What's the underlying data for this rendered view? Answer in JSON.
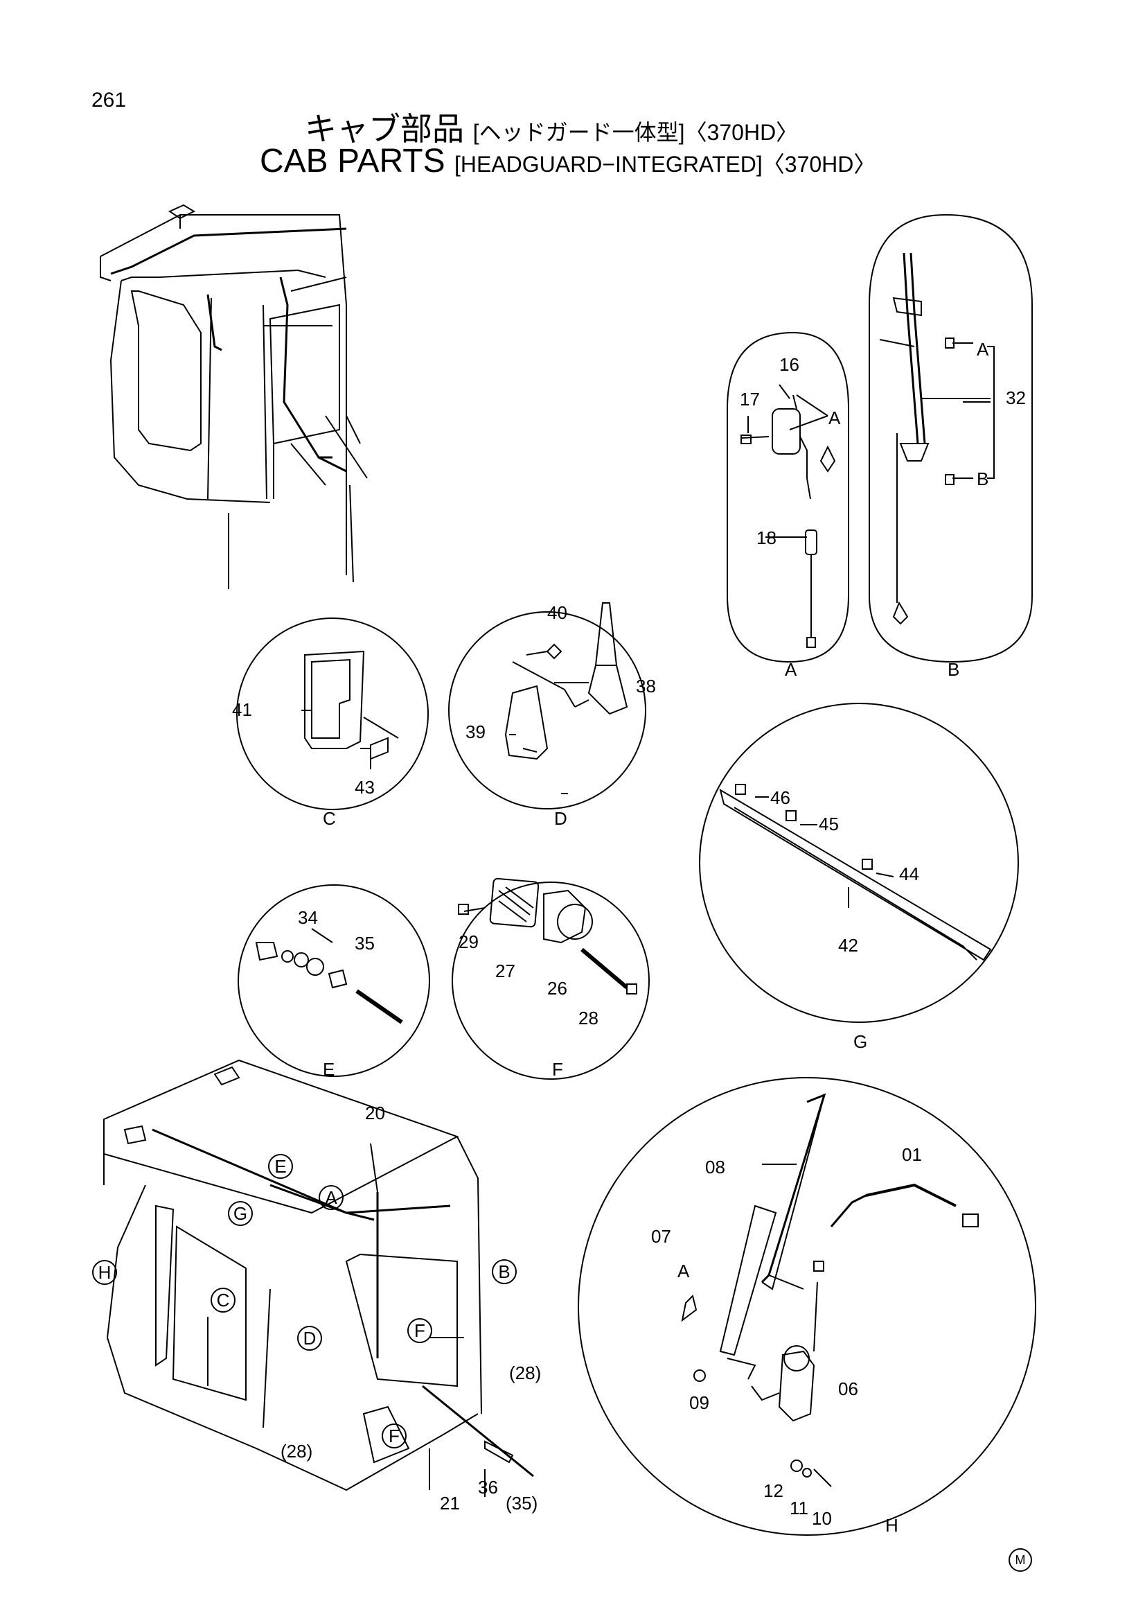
{
  "page_number": "261",
  "title": {
    "jp_main": "キャブ部品",
    "jp_sub": "[ヘッドガード一体型]〈370HD〉",
    "en_main": "CAB  PARTS",
    "en_sub": "[HEADGUARD−INTEGRATED]〈370HD〉"
  },
  "detail_letters": [
    "A",
    "B",
    "C",
    "D",
    "E",
    "F",
    "G",
    "H"
  ],
  "callouts": {
    "n01": "01",
    "n06": "06",
    "n07": "07",
    "n08": "08",
    "n09": "09",
    "n10": "10",
    "n11": "11",
    "n12": "12",
    "n16": "16",
    "n17": "17",
    "n18": "18",
    "n20": "20",
    "n21": "21",
    "n26": "26",
    "n27": "27",
    "n28": "28",
    "n28p": "(28)",
    "n29": "29",
    "n32": "32",
    "n34": "34",
    "n35": "35",
    "n35p": "(35)",
    "n36": "36",
    "n38": "38",
    "n39": "39",
    "n40": "40",
    "n41": "41",
    "n42": "42",
    "n43": "43",
    "n44": "44",
    "n45": "45",
    "n46": "46"
  },
  "mark": "M"
}
